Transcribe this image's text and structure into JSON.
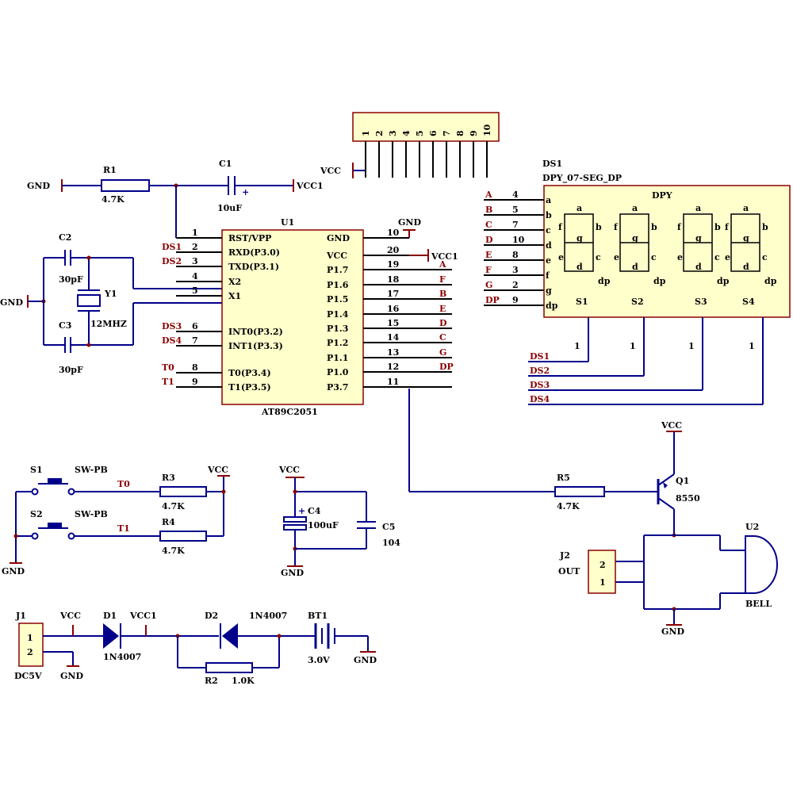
{
  "mcu": {
    "ref": "U1",
    "part": "AT89C2051",
    "left_pins": [
      {
        "num": "1",
        "name": "RST/VPP",
        "net": ""
      },
      {
        "num": "2",
        "name": "RXD(P3.0)",
        "net": "DS1"
      },
      {
        "num": "3",
        "name": "TXD(P3.1)",
        "net": "DS2"
      },
      {
        "num": "4",
        "name": "X2",
        "net": ""
      },
      {
        "num": "5",
        "name": "X1",
        "net": ""
      },
      {
        "num": "6",
        "name": "INT0(P3.2)",
        "net": "DS3"
      },
      {
        "num": "7",
        "name": "INT1(P3.3)",
        "net": "DS4"
      },
      {
        "num": "8",
        "name": "T0(P3.4)",
        "net": "T0"
      },
      {
        "num": "9",
        "name": "T1(P3.5)",
        "net": "T1"
      }
    ],
    "right_pins": [
      {
        "num": "10",
        "name": "GND",
        "net": ""
      },
      {
        "num": "20",
        "name": "VCC",
        "net": ""
      },
      {
        "num": "19",
        "name": "P1.7",
        "net": "A"
      },
      {
        "num": "18",
        "name": "P1.6",
        "net": "F"
      },
      {
        "num": "17",
        "name": "P1.5",
        "net": "B"
      },
      {
        "num": "16",
        "name": "P1.4",
        "net": "E"
      },
      {
        "num": "15",
        "name": "P1.3",
        "net": "D"
      },
      {
        "num": "14",
        "name": "P1.2",
        "net": "C"
      },
      {
        "num": "13",
        "name": "P1.1",
        "net": "G"
      },
      {
        "num": "12",
        "name": "P1.0",
        "net": "DP"
      },
      {
        "num": "11",
        "name": "P3.7",
        "net": ""
      }
    ]
  },
  "display": {
    "ref": "DS1",
    "part": "DPY_07-SEG_DP",
    "label": "DPY",
    "nets": [
      "A",
      "B",
      "C",
      "D",
      "E",
      "F",
      "G",
      "DP"
    ],
    "pin_nums": [
      "4",
      "5",
      "7",
      "10",
      "8",
      "3",
      "2",
      "9"
    ],
    "seg_letters": [
      "a",
      "b",
      "c",
      "d",
      "e",
      "f",
      "g",
      "dp"
    ],
    "digit_pins": [
      "S1",
      "S2",
      "S3",
      "S4"
    ],
    "common_nets": [
      "DS1",
      "DS2",
      "DS3",
      "DS4"
    ],
    "common_pin_nums": [
      "1",
      "1",
      "1",
      "1"
    ],
    "seg_chars": {
      "a": "a",
      "b": "b",
      "c": "c",
      "d": "d",
      "e": "e",
      "f": "f",
      "g": "g",
      "dp": "dp"
    }
  },
  "header": {
    "pins": [
      "1",
      "2",
      "3",
      "4",
      "5",
      "6",
      "7",
      "8",
      "9",
      "10"
    ]
  },
  "passives": {
    "r1": {
      "ref": "R1",
      "value": "4.7K"
    },
    "c1": {
      "ref": "C1",
      "value": "10uF"
    },
    "c2": {
      "ref": "C2",
      "value": "30pF"
    },
    "c3": {
      "ref": "C3",
      "value": "30pF"
    },
    "y1": {
      "ref": "Y1",
      "value": "12MHZ"
    },
    "r3": {
      "ref": "R3",
      "value": "4.7K"
    },
    "r4": {
      "ref": "R4",
      "value": "4.7K"
    },
    "r5": {
      "ref": "R5",
      "value": "4.7K"
    },
    "c4": {
      "ref": "C4",
      "value": "100uF"
    },
    "c5": {
      "ref": "C5",
      "value": "104"
    },
    "q1": {
      "ref": "Q1",
      "value": "8550"
    },
    "s1": {
      "ref": "S1",
      "value": "SW-PB"
    },
    "s2": {
      "ref": "S2",
      "value": "SW-PB"
    },
    "j1": {
      "ref": "J1",
      "value": "DC5V",
      "pins": [
        "1",
        "2"
      ]
    },
    "j2": {
      "ref": "J2",
      "value": "OUT",
      "pins": [
        "2",
        "1"
      ]
    },
    "d1": {
      "ref": "D1",
      "value": "1N4007"
    },
    "d2": {
      "ref": "D2",
      "value": "1N4007"
    },
    "r2": {
      "ref": "R2",
      "value": "1.0K"
    },
    "bt1": {
      "ref": "BT1",
      "value": "3.0V"
    },
    "u2": {
      "ref": "U2",
      "value": "BELL"
    }
  },
  "nets": {
    "gnd": "GND",
    "vcc": "VCC",
    "vcc1": "VCC1",
    "t0": "T0",
    "t1": "T1"
  },
  "colors": {
    "wire": "#00008b",
    "power": "#8b0000",
    "body": "#ffffcc"
  }
}
